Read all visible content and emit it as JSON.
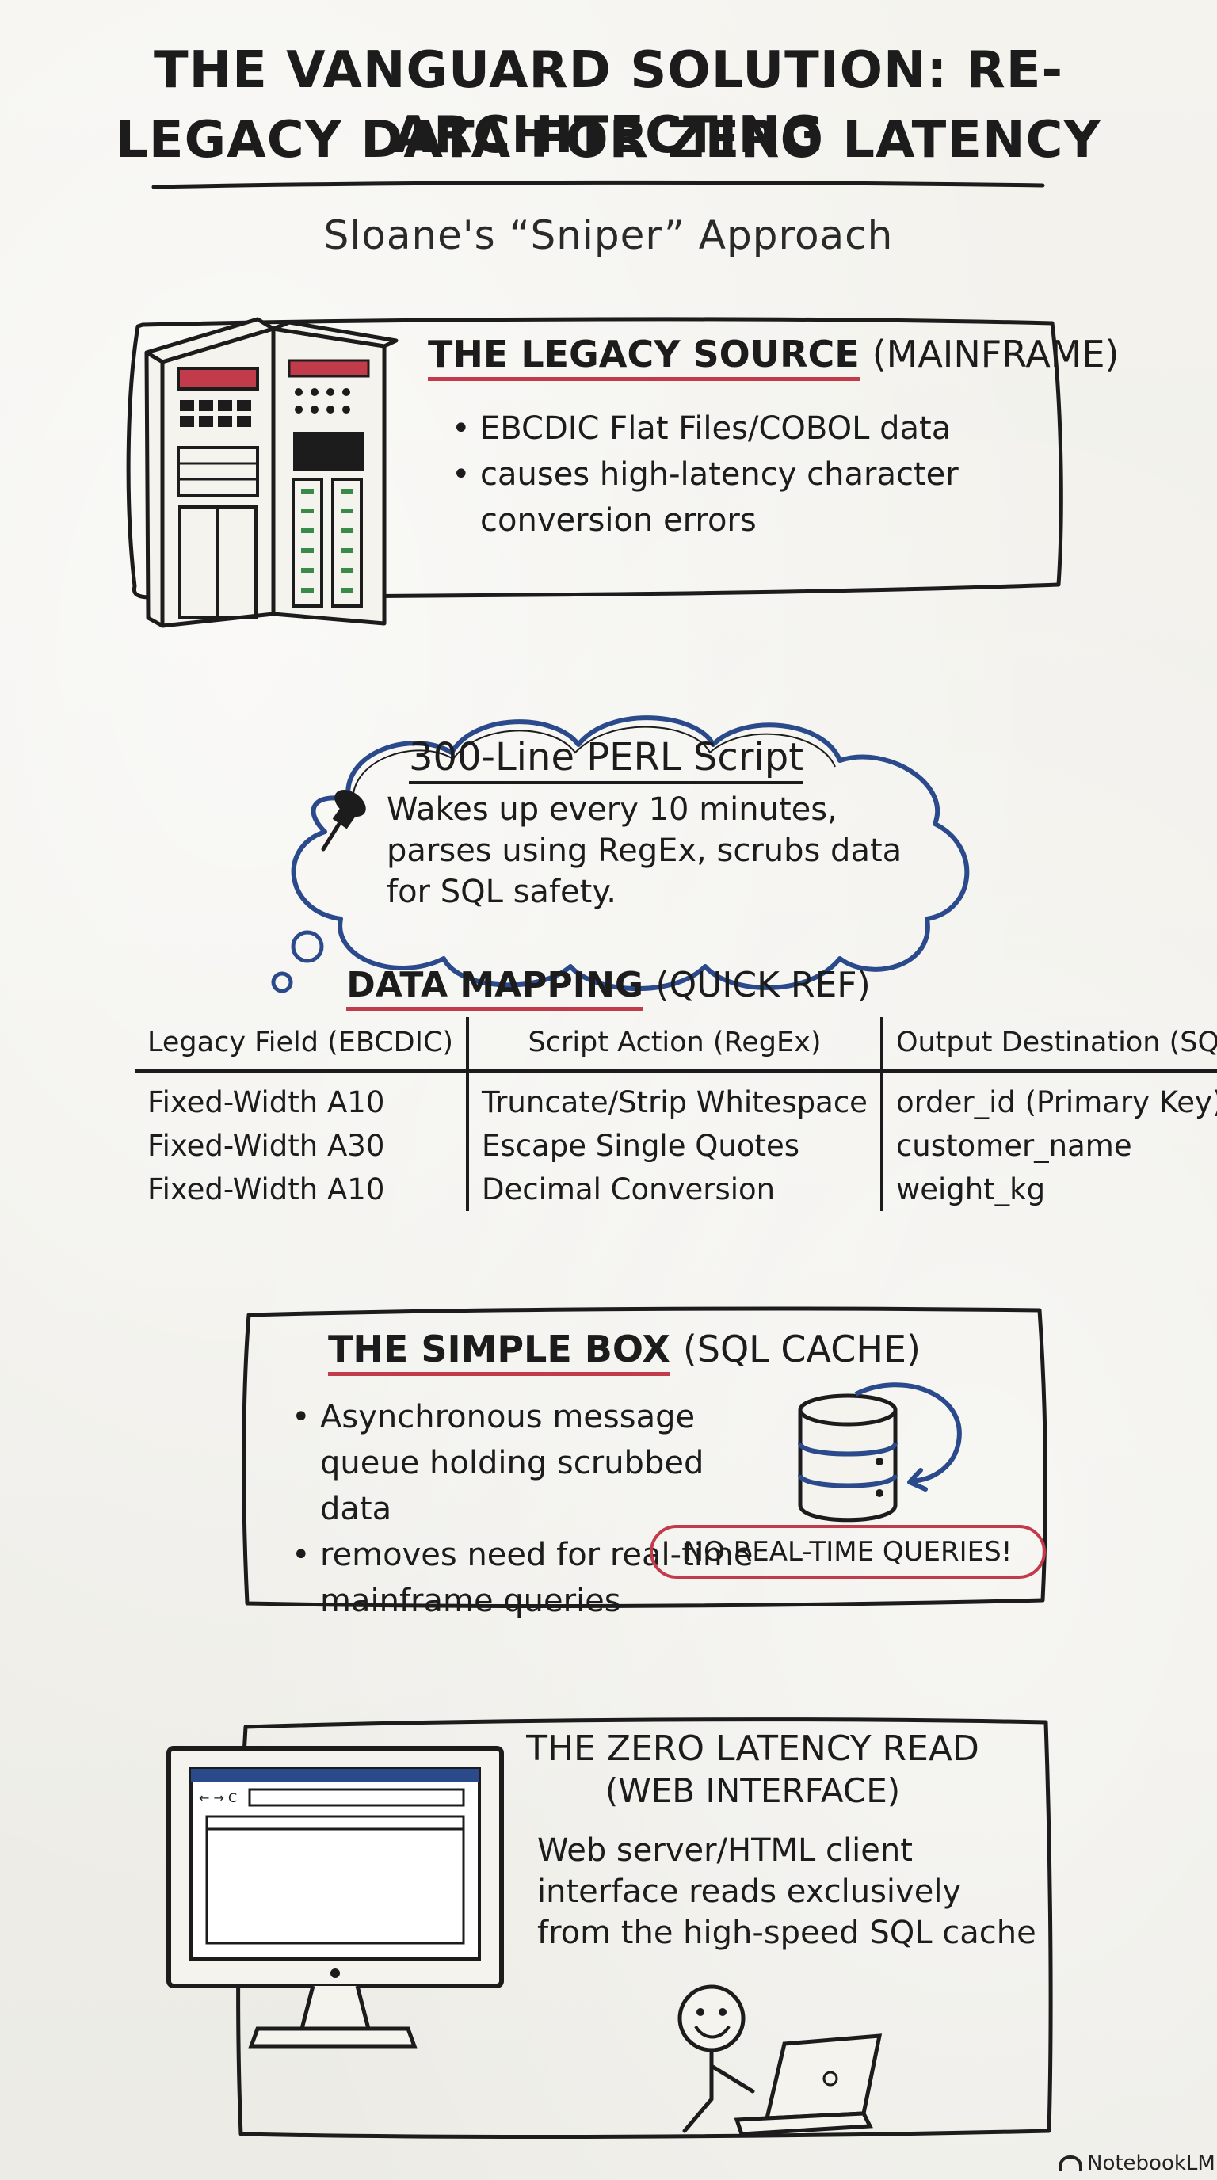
{
  "title": {
    "line1": "The VanGuard Solution: Re-Architecting",
    "line2": "Legacy Data for Zero Latency"
  },
  "subtitle": "Sloane's “Sniper” Approach",
  "legacy_source": {
    "heading": "The Legacy Source",
    "heading_paren": "(Mainframe)",
    "bullets": [
      "EBCDIC Flat Files/COBOL data",
      "causes high-latency character conversion errors"
    ]
  },
  "perl_script": {
    "heading": "300-Line PERL Script",
    "body": "Wakes up every 10 minutes, parses using RegEx, scrubs data for SQL safety."
  },
  "data_mapping": {
    "heading": "Data Mapping",
    "heading_paren": "(Quick Ref)",
    "columns": [
      "Legacy Field (EBCDIC)",
      "Script Action (RegEx)",
      "Output Destination (SQL)"
    ],
    "rows": [
      [
        "Fixed-Width A10",
        "Truncate/Strip Whitespace",
        "order_id (Primary Key)"
      ],
      [
        "Fixed-Width A30",
        "Escape Single Quotes",
        "customer_name"
      ],
      [
        "Fixed-Width A10",
        "Decimal Conversion",
        "weight_kg"
      ]
    ]
  },
  "simple_box": {
    "heading": "The Simple Box",
    "heading_paren": "(SQL Cache)",
    "bullets": [
      "Asynchronous message queue holding scrubbed data",
      "removes need for real-time mainframe queries"
    ],
    "badge": "No Real-Time Queries!"
  },
  "zero_latency": {
    "heading_line1": "The Zero Latency Read",
    "heading_line2": "(Web Interface)",
    "body": "Web server/HTML client interface reads exclusively from the high-speed SQL cache"
  },
  "footer_logo": "NotebookLM",
  "colors": {
    "ink": "#1c1c1c",
    "red_accent": "#c23b4a",
    "blue_accent": "#2b4a8c",
    "board": "#f1f0ea"
  },
  "icons": [
    "mainframe-icon",
    "pushpin-icon",
    "database-icon",
    "computer-monitor-icon",
    "person-laptop-icon",
    "notebooklm-icon"
  ]
}
